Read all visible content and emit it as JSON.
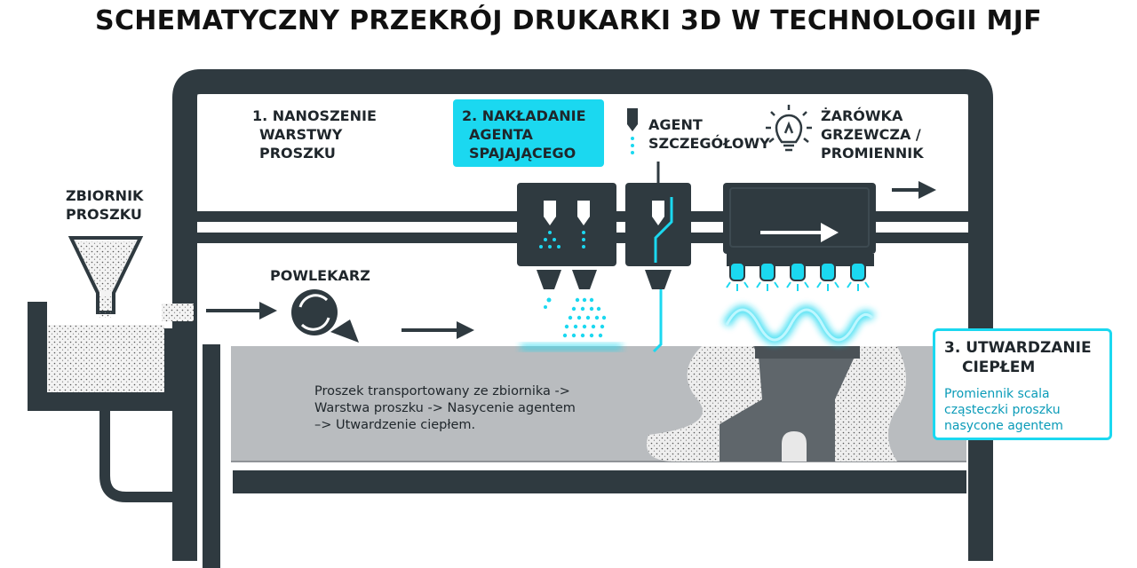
{
  "title": "SCHEMATYCZNY PRZEKRÓJ DRUKARKI 3D W TECHNOLOGII MJF",
  "labels": {
    "step1": [
      "1. NANOSZENIE",
      "WARSTWY",
      "PROSZKU"
    ],
    "step2": [
      "2. NAKŁADANIE",
      "AGENTA",
      "SPAJAJĄCEGO"
    ],
    "detail_agent": [
      "AGENT",
      "SZCZEGÓŁOWY"
    ],
    "lamp": [
      "ŻARÓWKA",
      "GRZEWCZA /",
      "PROMIENNIK"
    ],
    "tank": [
      "ZBIORNIK",
      "PROSZKU"
    ],
    "recoater": [
      "POWLEKARZ"
    ]
  },
  "step3": {
    "title": [
      "3. UTWARDZANIE",
      "CIEPŁEM"
    ],
    "description": [
      "Promiennik scala",
      "cząsteczki proszku",
      "nasycone agentem"
    ]
  },
  "process_text": [
    "Proszek transportowany ze zbiornika ->",
    "Warstwa proszku -> Nasycenie agentem",
    "–> Utwardzenie ciepłem."
  ],
  "icons": [
    "bulb-icon",
    "nozzle-icon",
    "arrow-right-icon",
    "rotate-icon"
  ],
  "colors": {
    "frame": "#2f3a40",
    "accent": "#1bd8f0",
    "powder_bed": "#b9bcbf",
    "part": "#5f666b",
    "text": "#1f262b"
  }
}
